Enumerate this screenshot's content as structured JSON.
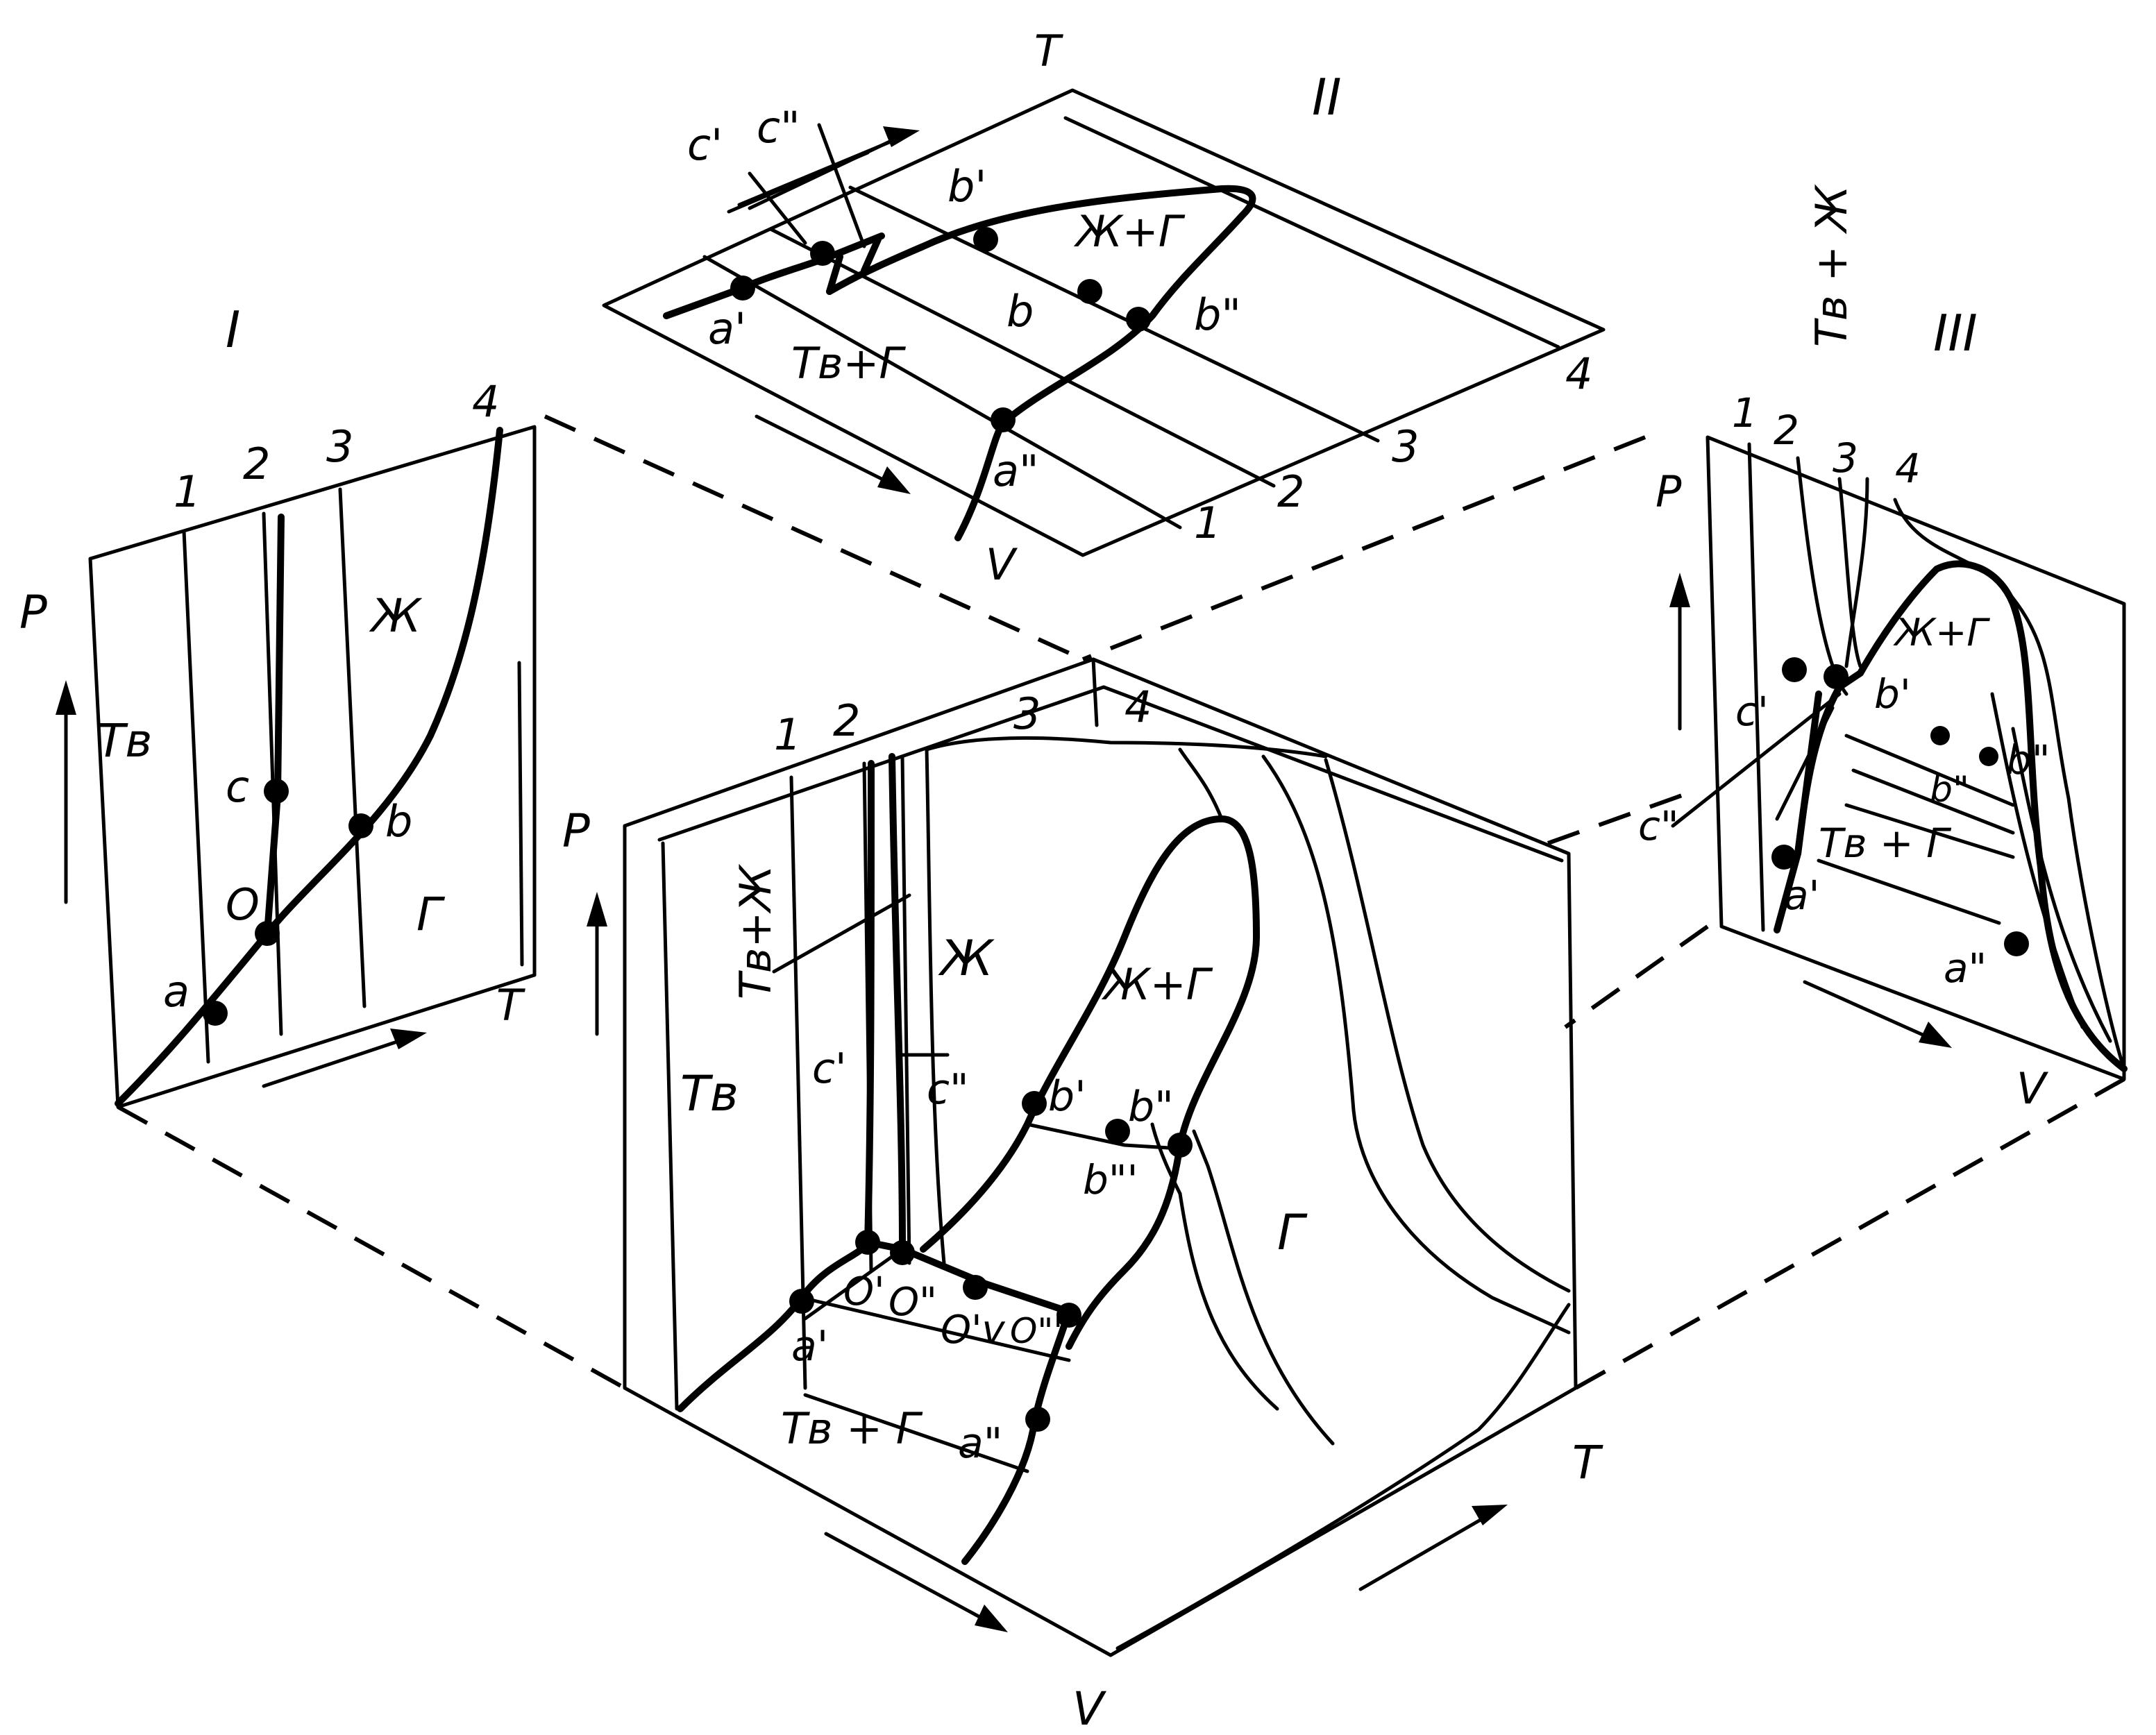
{
  "panels": {
    "I": {
      "numeral": "I",
      "p_axis": "P",
      "t_axis": "T",
      "isotherms": [
        "1",
        "2",
        "3",
        "4"
      ],
      "regions": {
        "solid": "Tв",
        "liquid": "Ж",
        "gas": "Г"
      },
      "points": {
        "a": "a",
        "o": "O",
        "b": "b",
        "c": "c"
      }
    },
    "II": {
      "numeral": "II",
      "t_axis": "T",
      "v_axis": "V",
      "isotherms": [
        "1",
        "2",
        "3",
        "4"
      ],
      "regions": {
        "liquid_gas": "Ж+Г",
        "solid_gas": "Tв+Г"
      },
      "points": {
        "a1": "a'",
        "a2": "a\"",
        "b": "b",
        "b1": "b'",
        "b2": "b\"",
        "c1": "c'",
        "c2": "c\""
      }
    },
    "III": {
      "numeral": "III",
      "p_axis": "P",
      "v_axis": "V",
      "isotherms": [
        "1",
        "2",
        "3",
        "4"
      ],
      "regions": {
        "solid_liquid": "Tв + Ж",
        "liquid_gas": "Ж+Г",
        "solid_gas": "Tв + Г"
      },
      "points": {
        "a1": "a'",
        "a2": "a\"",
        "b1": "b'",
        "b2": "b\"",
        "b3": "b\"",
        "c1": "c'",
        "c2": "c\""
      }
    },
    "main": {
      "p_axis": "P",
      "t_axis": "T",
      "v_axis": "V",
      "isotherms": [
        "1",
        "2",
        "3",
        "4"
      ],
      "regions": {
        "solid": "Tв",
        "solid_liquid": "Tв+Ж",
        "liquid": "Ж",
        "liquid_gas": "Ж+Г",
        "gas": "Г",
        "solid_gas": "Tв + Г"
      },
      "points": {
        "a1": "a'",
        "a2": "a\"",
        "b1": "b'",
        "b2": "b\"",
        "b3": "b\"'",
        "c1": "c'",
        "c2": "c\"",
        "o1": "O'",
        "o2": "O\"",
        "o3": "O\"'",
        "o4": "O'v"
      }
    }
  }
}
